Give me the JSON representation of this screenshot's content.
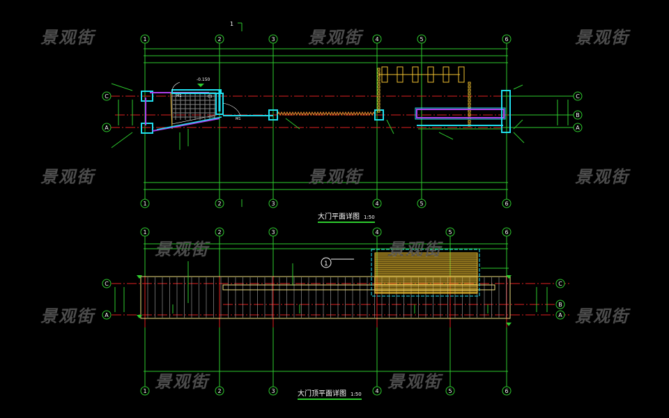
{
  "watermark": "景观街",
  "plan1": {
    "title": "大门平面详图",
    "scale": "1:50",
    "section_mark": "1",
    "columns": [
      "1",
      "2",
      "3",
      "4",
      "5",
      "6"
    ],
    "rows": [
      "C",
      "B",
      "A"
    ],
    "elevation": "-0.150",
    "tags": [
      "M1",
      "C1"
    ]
  },
  "plan2": {
    "title": "大门顶平面详图",
    "scale": "1:50",
    "detail_mark": "1",
    "columns": [
      "1",
      "2",
      "3",
      "4",
      "5",
      "6"
    ],
    "rows": [
      "C",
      "B",
      "A"
    ]
  },
  "colors": {
    "background": "#000000",
    "axis": "#2ecc2e",
    "grid_line": "#e02020",
    "structure": "#20e0f0",
    "wood": "#f0c030",
    "frame": "#f0e080"
  }
}
